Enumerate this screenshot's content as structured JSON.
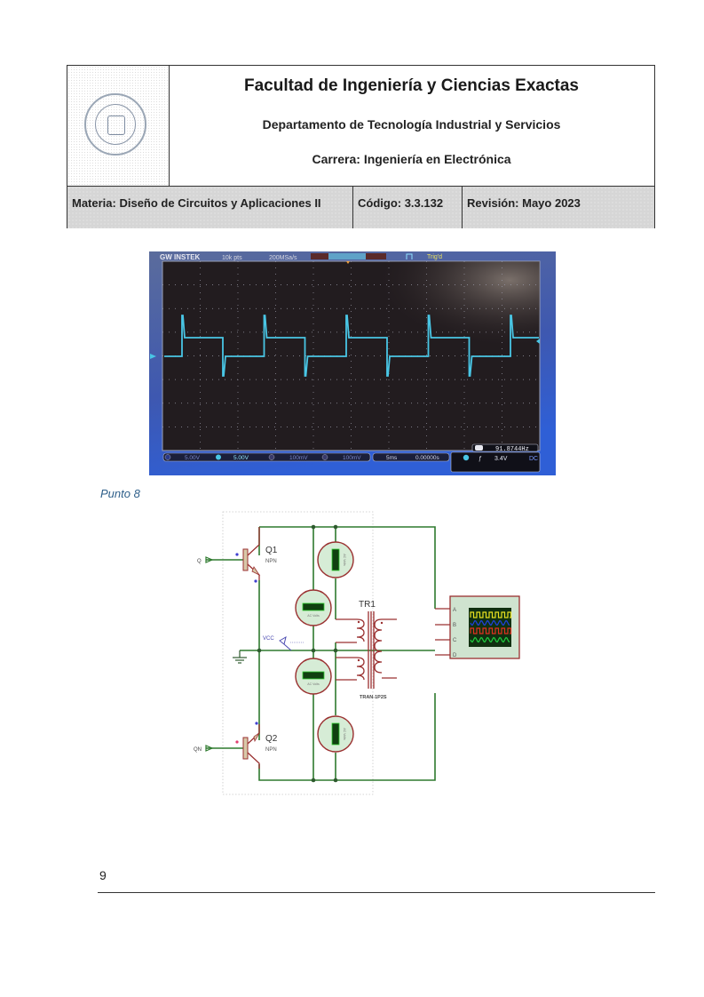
{
  "header": {
    "faculty": "Facultad de Ingeniería y Ciencias Exactas",
    "department": "Departamento de Tecnología Industrial y Servicios",
    "career": "Carrera: Ingeniería en Electrónica",
    "subject": "Materia: Diseño de Circuitos y Aplicaciones II",
    "code": "Código: 3.3.132",
    "revision": "Revisión: Mayo 2023",
    "logo": "university-seal-icon"
  },
  "oscilloscope": {
    "brand": "GW INSTEK",
    "record_length": "10k pts",
    "sample_rate": "200MSa/s",
    "trigger_status": "Trig'd",
    "frequency": "91.8744Hz",
    "ch1_scale": "5.00V",
    "ch2_scale": "5.00V",
    "ch3_scale": "100mV",
    "ch4_scale": "100mV",
    "timebase": "5ms",
    "time_offset": "0.00000s",
    "trigger_level": "3.4V",
    "coupling": "DC",
    "trace_color": "#49c6e5"
  },
  "caption": "Punto 8",
  "schematic": {
    "q1_name": "Q1",
    "q1_type": "NPN",
    "q2_name": "Q2",
    "q2_type": "NPN",
    "input_q": "Q",
    "input_qn": "QN",
    "vcc": "VCC",
    "transformer_name": "TR1",
    "transformer_model": "TRAN-1P2S",
    "scope_channels": [
      "A",
      "B",
      "C",
      "D"
    ],
    "meter_label": "AC Volts"
  },
  "footer": {
    "page_number": "9"
  }
}
